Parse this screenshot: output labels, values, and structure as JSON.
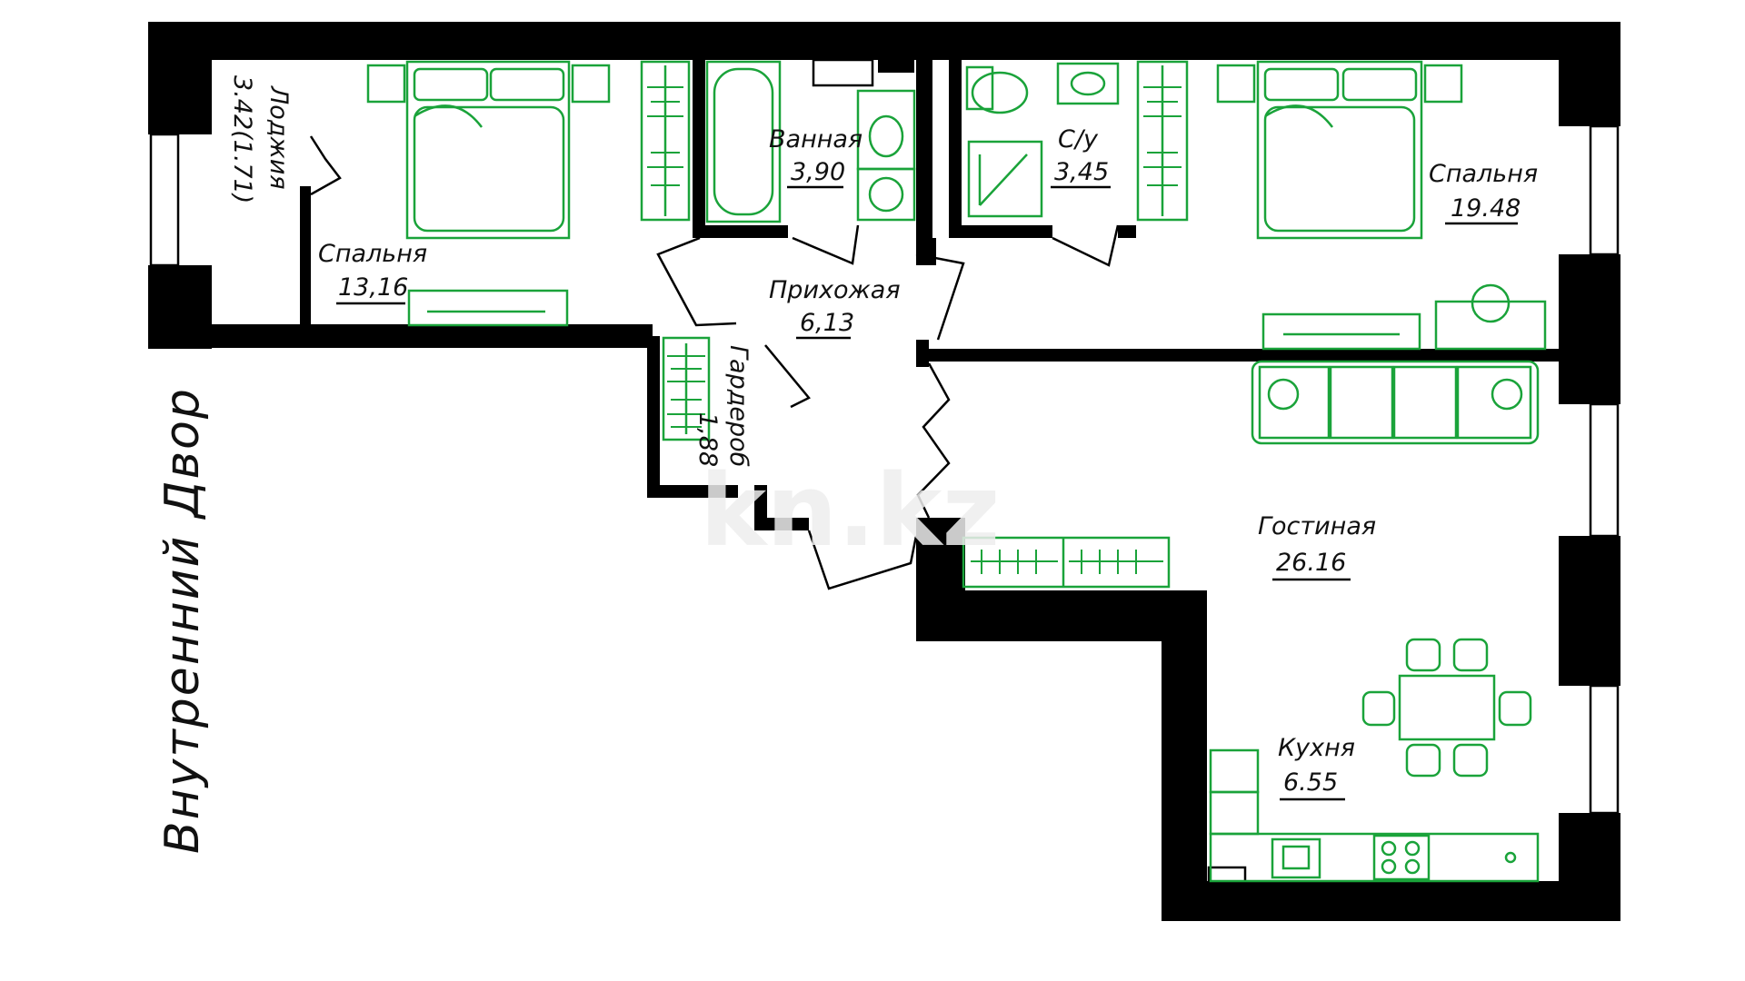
{
  "plan": {
    "courtyard_label": "Внутренний Двор",
    "watermark": "kn.kz",
    "rooms": {
      "loggia": {
        "name": "Лоджия",
        "area": "3.42(1.71)"
      },
      "bedroom_left": {
        "name": "Спальня",
        "area": "13,16"
      },
      "bathroom": {
        "name": "Ванная",
        "area": "3,90"
      },
      "wc": {
        "name": "С/у",
        "area": "3,45"
      },
      "bedroom_right": {
        "name": "Спальня",
        "area": "19.48"
      },
      "hallway": {
        "name": "Прихожая",
        "area": "6,13"
      },
      "wardrobe": {
        "name": "Гардероб",
        "area": "1,88"
      },
      "living": {
        "name": "Гостиная",
        "area": "26.16"
      },
      "kitchen": {
        "name": "Кухня",
        "area": "6.55"
      }
    },
    "colors": {
      "walls": "#000000",
      "furniture": "#1aa33a",
      "text": "#111111"
    }
  }
}
